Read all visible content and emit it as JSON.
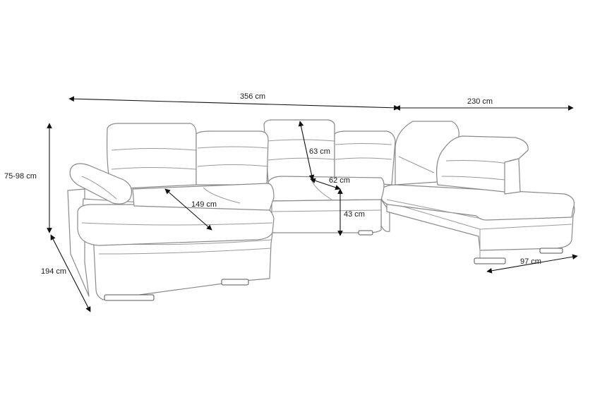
{
  "labels": {
    "total_width": "356 cm",
    "right_width": "230 cm",
    "height": "75-98 cm",
    "chaise_length": "149 cm",
    "backrest": "63 cm",
    "seat_depth": "62 cm",
    "seat_height": "43 cm",
    "left_depth": "194 cm",
    "right_depth": "97 cm"
  },
  "colors": {
    "outline": "#8a8a8a",
    "dimension": "#111111"
  }
}
